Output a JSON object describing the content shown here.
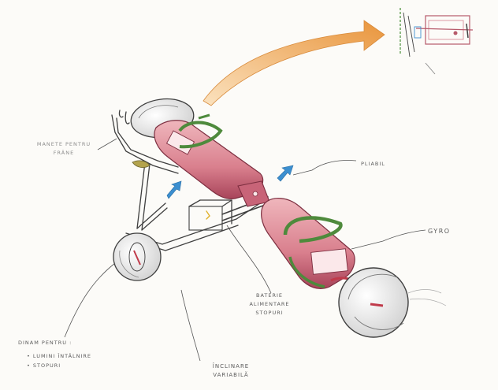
{
  "labels": {
    "brake": "MANETE PENTRU\nFRÂNE",
    "pliabil": "PLIABIL",
    "gyro": "GYRO",
    "battery": "BATERIE\nALIMENTARE\nSTOPURI",
    "dynamo_title": "DINAM PENTRU :",
    "dynamo_item_1": "• LUMINI ÎNTÂLNIRE",
    "dynamo_item_2": "• STOPURI",
    "tilt": "ÎNCLINARE\nVARIABILĂ"
  },
  "colors": {
    "paper": "#fcfbf8",
    "pencil": "#3f3f3f",
    "body_pink": "#d9868f",
    "body_dark": "#a8445a",
    "grip_green": "#4e8a3c",
    "arrow_orange": "#e9a24c",
    "arrow_blue": "#3c8fd0"
  }
}
